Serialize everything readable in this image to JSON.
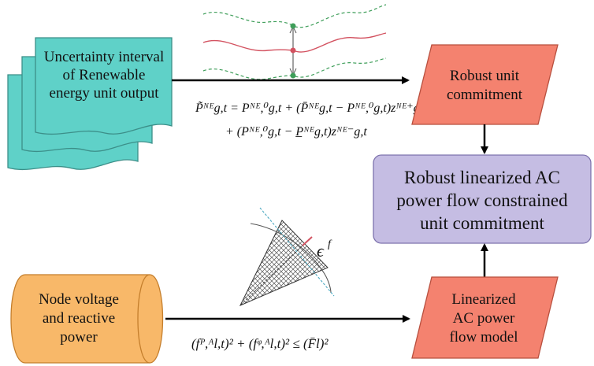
{
  "colors": {
    "teal": "#5fd1c8",
    "teal_stroke": "#3c8f89",
    "salmon": "#f4826f",
    "salmon_stroke": "#b8503f",
    "orange": "#f8b869",
    "orange_stroke": "#c47e2c",
    "purple": "#c5bde3",
    "purple_stroke": "#7e73ad",
    "band_line": "#3f9e5a",
    "center_line": "#d35260"
  },
  "nodes": {
    "uncertainty": {
      "line1": "Uncertainty interval",
      "line2": "of Renewable",
      "line3": "energy unit output"
    },
    "robust_uc": {
      "line1": "Robust unit",
      "line2": "commitment"
    },
    "robust_lac": {
      "line1": "Robust linearized AC",
      "line2": "power flow constrained",
      "line3": "unit commitment"
    },
    "node_voltage": {
      "line1": "Node voltage",
      "line2": "and reactive",
      "line3": "power"
    },
    "linearized": {
      "line1": "Linearized",
      "line2": "AC power",
      "line3": "flow model"
    }
  },
  "equations": {
    "eq1_line1": "P̃ᴺᴱg,t = Pᴺᴱ,⁰g,t + (P̄ᴺᴱg,t − Pᴺᴱ,⁰g,t)zᴺᴱ⁺g,t",
    "eq1_line2": "+ (Pᴺᴱ,⁰g,t − P̲ᴺᴱg,t)zᴺᴱ⁻g,t",
    "eq2": "(fᴾ,ᴬl,t)² + (fᵠ,ᴬl,t)² ≤ (F̄l)²",
    "epsilon": "ϵ",
    "epsilon_sup": "f"
  }
}
